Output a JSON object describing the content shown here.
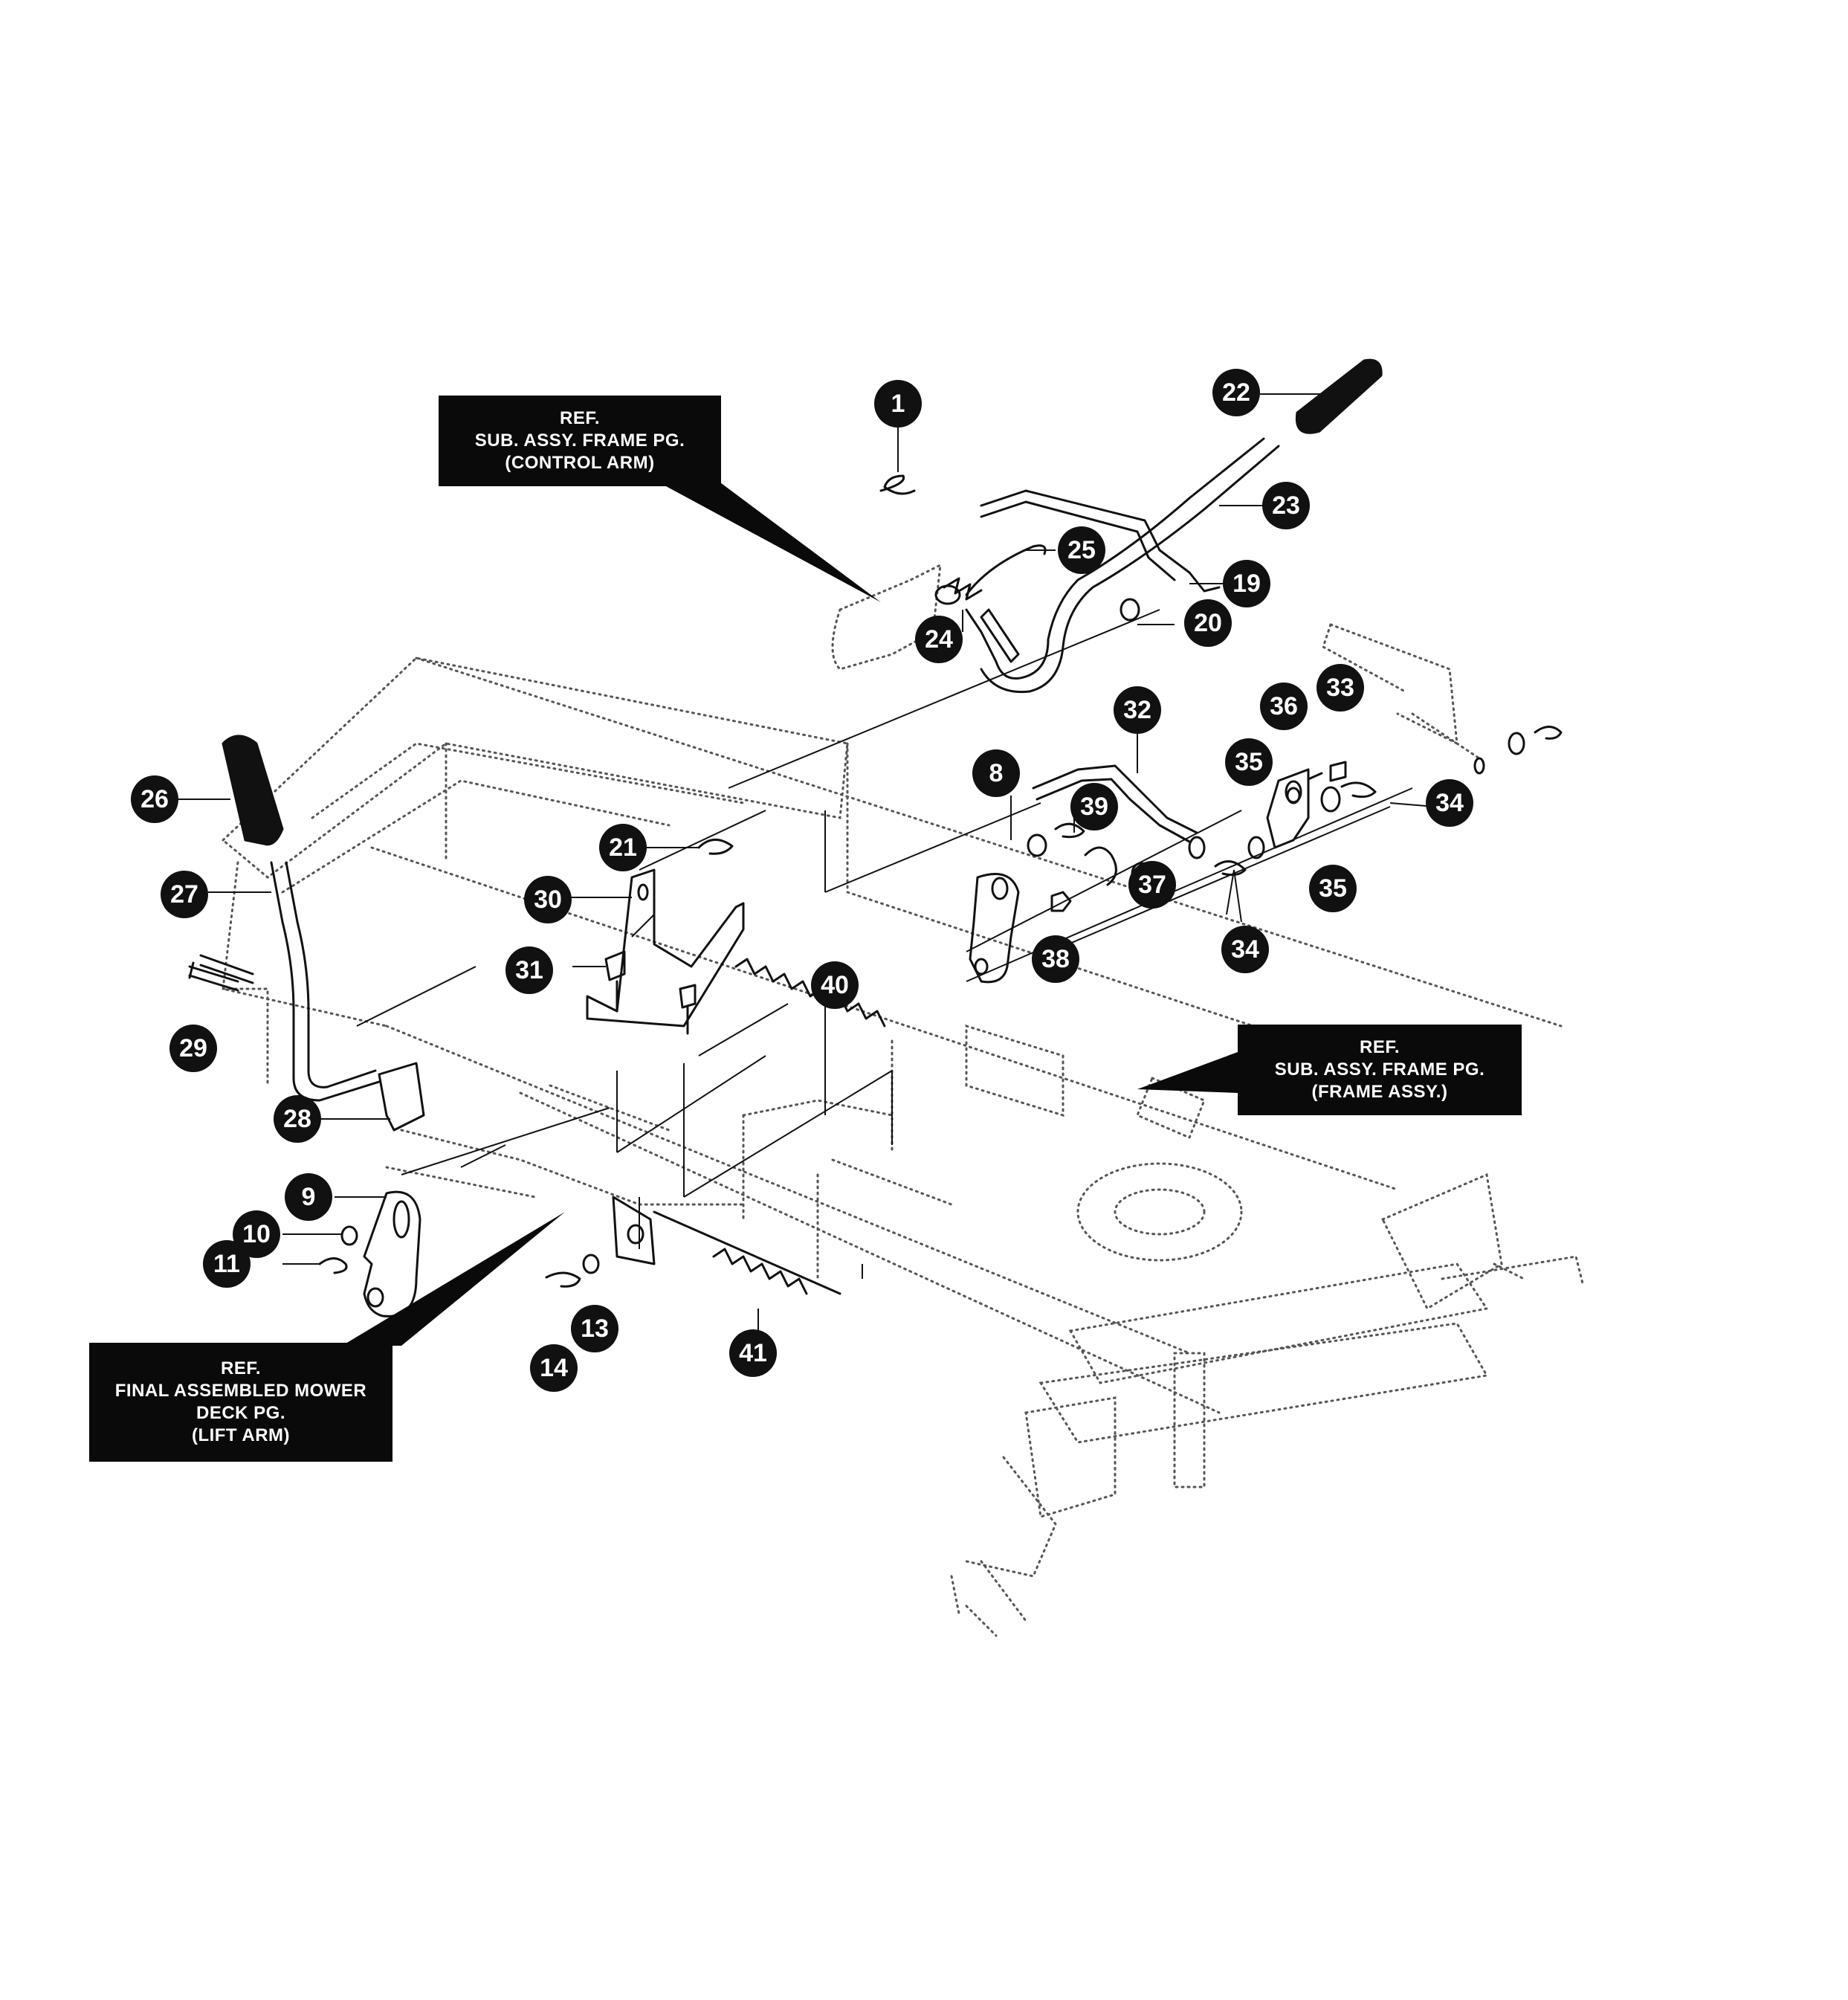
{
  "ref_boxes": {
    "control_arm": [
      "REF.",
      "SUB. ASSY. FRAME PG.",
      "(CONTROL ARM)"
    ],
    "frame_assy": [
      "REF.",
      "SUB. ASSY. FRAME PG.",
      "(FRAME ASSY.)"
    ],
    "lift_arm": [
      "REF.",
      "FINAL ASSEMBLED MOWER",
      "DECK PG.",
      "(LIFT ARM)"
    ]
  },
  "callouts": [
    "1",
    "22",
    "23",
    "25",
    "19",
    "24",
    "20",
    "26",
    "27",
    "29",
    "28",
    "9",
    "10",
    "11",
    "21",
    "30",
    "31",
    "40",
    "32",
    "8",
    "39",
    "36",
    "33",
    "35",
    "34",
    "37",
    "38",
    "14",
    "13",
    "41"
  ],
  "colors": {
    "ink": "#111111",
    "dotted": "#555555",
    "box_fill": "#0a0a0a",
    "box_text": "#ffffff"
  }
}
